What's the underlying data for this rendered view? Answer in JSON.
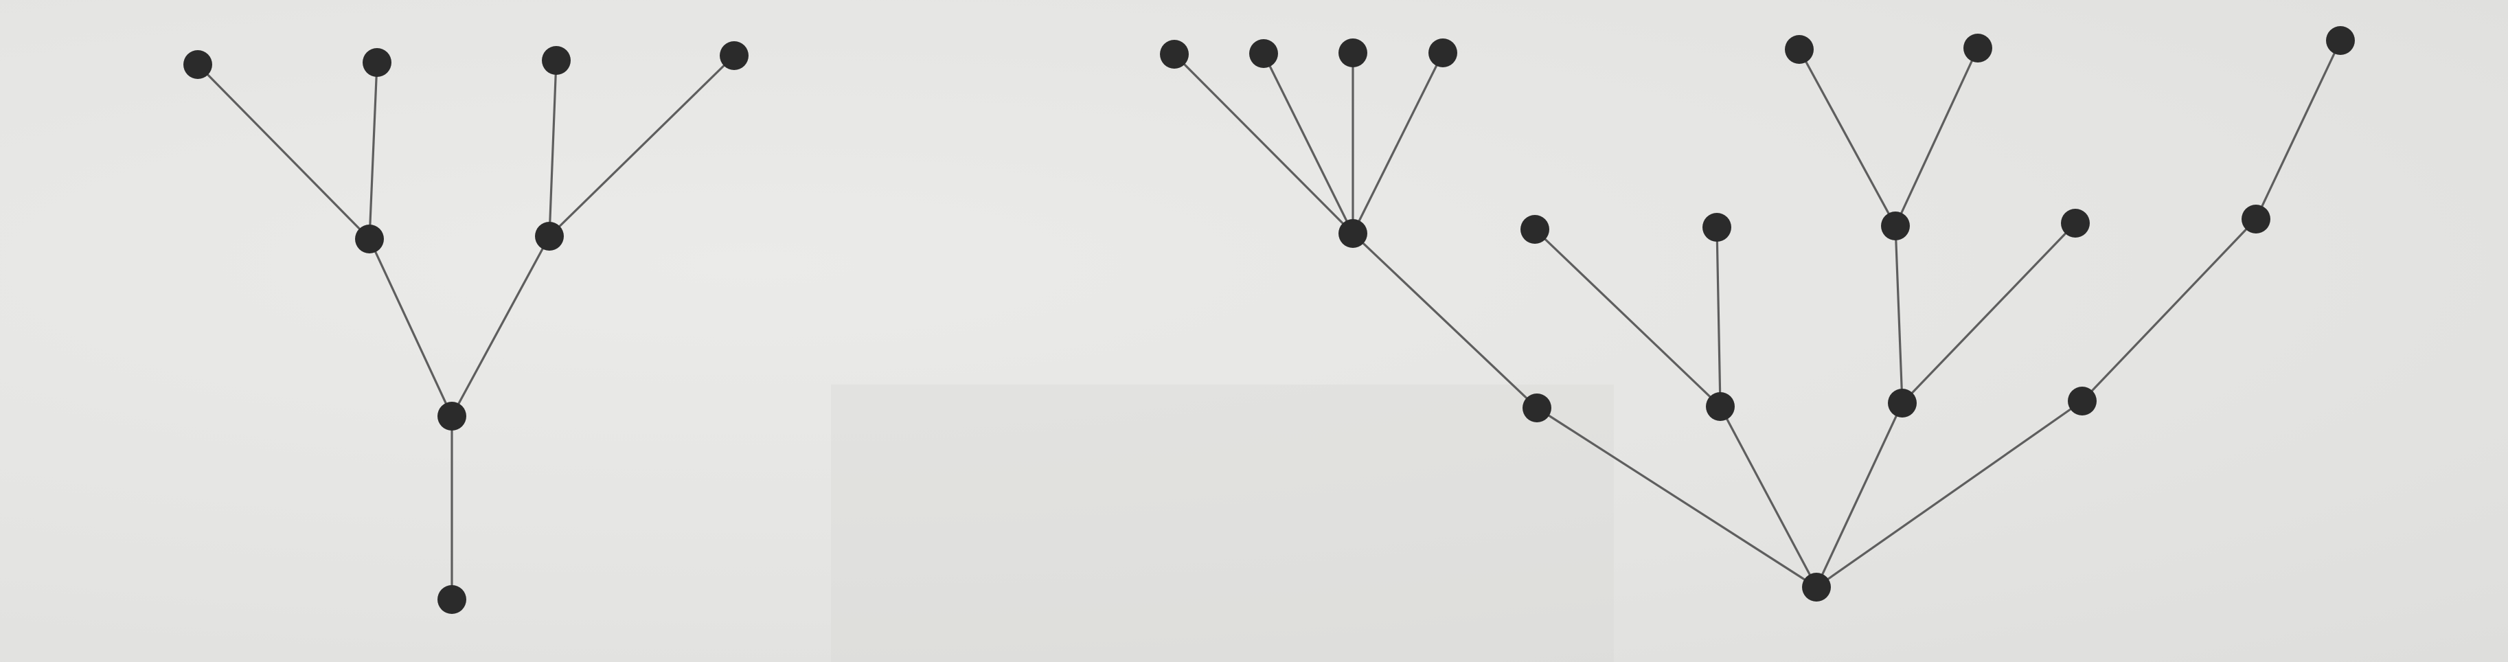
{
  "diagram": {
    "kind": "rooted trees (node-link drawings)",
    "colors": {
      "background": "#e6e6e4",
      "edge": "#5e5e5e",
      "node": "#2b2b2b"
    },
    "trees": [
      {
        "id": "tree-left",
        "root": "a0",
        "edges": [
          [
            "a0",
            "a1"
          ],
          [
            "a1",
            "a2"
          ],
          [
            "a1",
            "a3"
          ],
          [
            "a2",
            "a4"
          ],
          [
            "a2",
            "a5"
          ],
          [
            "a3",
            "a6"
          ],
          [
            "a3",
            "a7"
          ]
        ]
      },
      {
        "id": "tree-right",
        "root": "b0",
        "edges": [
          [
            "b0",
            "b1"
          ],
          [
            "b0",
            "b2"
          ],
          [
            "b0",
            "b3"
          ],
          [
            "b0",
            "b4"
          ],
          [
            "b1",
            "b5"
          ],
          [
            "b5",
            "b6"
          ],
          [
            "b5",
            "b7"
          ],
          [
            "b5",
            "b8"
          ],
          [
            "b5",
            "b9"
          ],
          [
            "b2",
            "b10"
          ],
          [
            "b2",
            "b11"
          ],
          [
            "b3",
            "b12"
          ],
          [
            "b3",
            "b13"
          ],
          [
            "b12",
            "b14"
          ],
          [
            "b12",
            "b15"
          ],
          [
            "b4",
            "b16"
          ],
          [
            "b16",
            "b17"
          ]
        ]
      }
    ]
  }
}
